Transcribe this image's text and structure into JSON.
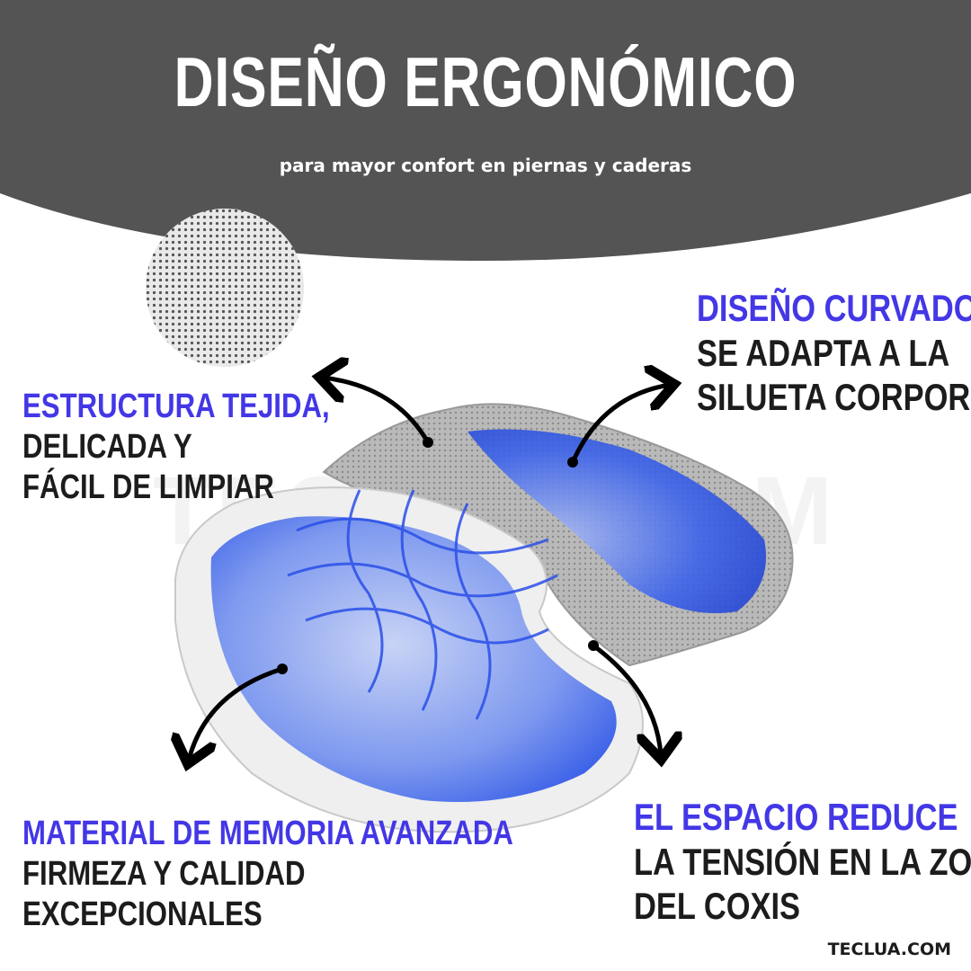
{
  "header": {
    "title": "DISEÑO ERGONÓMICO",
    "subtitle": "para mayor confort en piernas y  caderas",
    "background_color": "#545454"
  },
  "watermark": "TECLUA.COM",
  "callouts": {
    "woven": {
      "heading": "ESTRUCTURA TEJIDA,",
      "lines": [
        "DELICADA Y",
        "FÁCIL DE LIMPIAR"
      ]
    },
    "curved": {
      "heading": "DISEÑO CURVADO",
      "lines": [
        "SE ADAPTA A LA",
        "SILUETA CORPORAL"
      ]
    },
    "memory": {
      "heading": "MATERIAL DE MEMORIA AVANZADA",
      "lines": [
        "FIRMEZA Y CALIDAD",
        "EXCEPCIONALES"
      ]
    },
    "gap": {
      "heading": "EL ESPACIO REDUCE",
      "lines": [
        "LA TENSIÓN EN LA ZONA",
        "DEL COXIS"
      ]
    }
  },
  "brand": "TECLUA.COM",
  "colors": {
    "accent": "#4337e6",
    "text": "#1c1c1c",
    "gel_blue": "#3a63e8"
  },
  "icons": [
    "woven-fabric-swatch",
    "curved-arrow"
  ]
}
